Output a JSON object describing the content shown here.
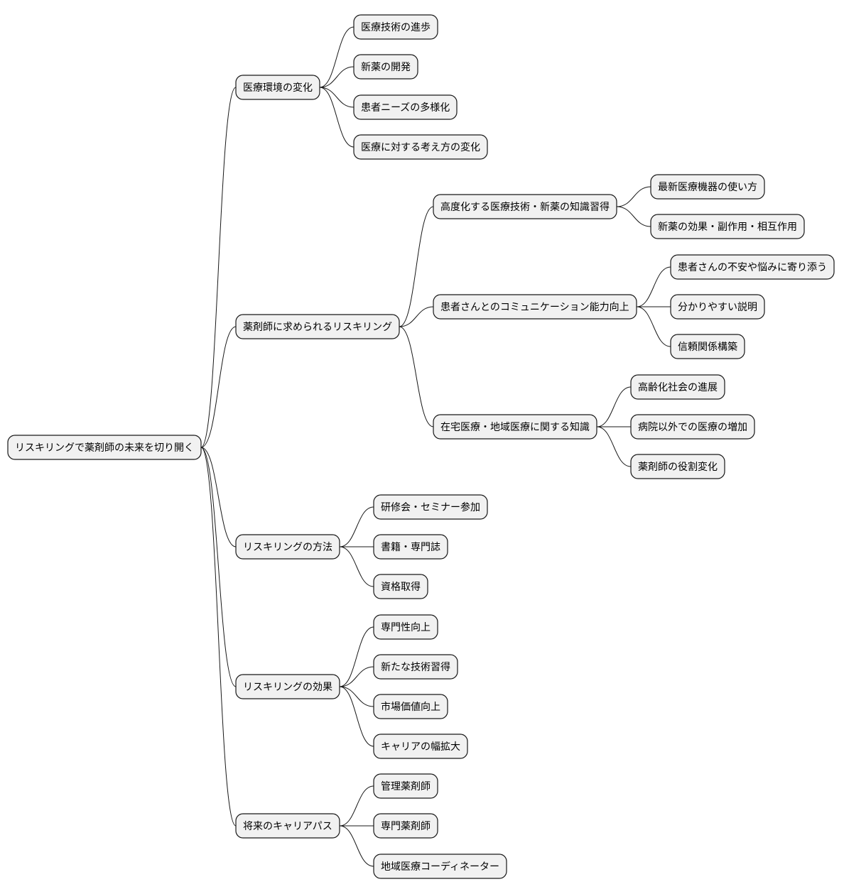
{
  "root": {
    "label": "リスキリングで薬剤師の未来を切り開く",
    "children": [
      {
        "label": "医療環境の変化",
        "children": [
          {
            "label": "医療技術の進歩"
          },
          {
            "label": "新薬の開発"
          },
          {
            "label": "患者ニーズの多様化"
          },
          {
            "label": "医療に対する考え方の変化"
          }
        ]
      },
      {
        "label": "薬剤師に求められるリスキリング",
        "children": [
          {
            "label": "高度化する医療技術・新薬の知識習得",
            "children": [
              {
                "label": "最新医療機器の使い方"
              },
              {
                "label": "新薬の効果・副作用・相互作用"
              }
            ]
          },
          {
            "label": "患者さんとのコミュニケーション能力向上",
            "children": [
              {
                "label": "患者さんの不安や悩みに寄り添う"
              },
              {
                "label": "分かりやすい説明"
              },
              {
                "label": "信頼関係構築"
              }
            ]
          },
          {
            "label": "在宅医療・地域医療に関する知識",
            "children": [
              {
                "label": "高齢化社会の進展"
              },
              {
                "label": "病院以外での医療の増加"
              },
              {
                "label": "薬剤師の役割変化"
              }
            ]
          }
        ]
      },
      {
        "label": "リスキリングの方法",
        "children": [
          {
            "label": "研修会・セミナー参加"
          },
          {
            "label": "書籍・専門誌"
          },
          {
            "label": "資格取得"
          }
        ]
      },
      {
        "label": "リスキリングの効果",
        "children": [
          {
            "label": "専門性向上"
          },
          {
            "label": "新たな技術習得"
          },
          {
            "label": "市場価値向上"
          },
          {
            "label": "キャリアの幅拡大"
          }
        ]
      },
      {
        "label": "将来のキャリアパス",
        "children": [
          {
            "label": "管理薬剤師"
          },
          {
            "label": "専門薬剤師"
          },
          {
            "label": "地域医療コーディネーター"
          }
        ]
      }
    ]
  }
}
